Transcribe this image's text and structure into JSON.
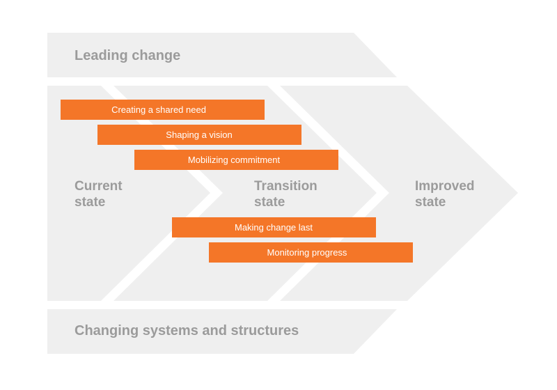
{
  "title": "",
  "bands": {
    "top_label": "Leading change",
    "bottom_label": "Changing systems and structures"
  },
  "states": [
    {
      "line1": "Current",
      "line2": "state"
    },
    {
      "line1": "Transition",
      "line2": "state"
    },
    {
      "line1": "Improved",
      "line2": "state"
    }
  ],
  "activities": [
    {
      "label": "Creating a shared need"
    },
    {
      "label": "Shaping a vision"
    },
    {
      "label": "Mobilizing commitment"
    },
    {
      "label": "Making change last"
    },
    {
      "label": "Monitoring progress"
    }
  ],
  "colors": {
    "background": "#ffffff",
    "arrow_fill": "#efefef",
    "label_text": "#9b9b9b",
    "bar_fill": "#f47628",
    "bar_text": "#ffffff"
  }
}
